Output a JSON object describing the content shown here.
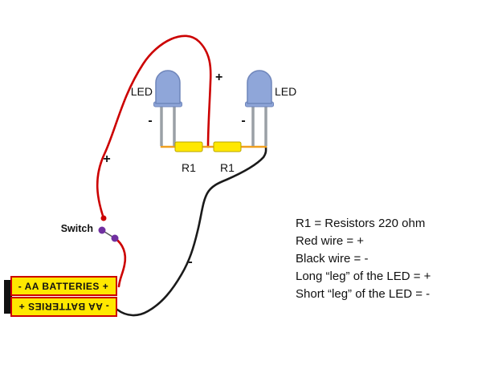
{
  "diagram": {
    "labels": {
      "led_left": "LED",
      "led_right": "LED",
      "plus_top": "+",
      "minus_led_left": "-",
      "minus_led_right": "-",
      "plus_battery_wire": "+",
      "minus_battery_wire": "-",
      "switch": "Switch",
      "r1_left": "R1",
      "r1_right": "R1",
      "battery_top": "- AA BATTERIES +",
      "battery_bottom": "- AA BATTERIES +"
    },
    "notes": [
      "R1 = Resistors 220 ohm",
      "Red wire = +",
      "Black wire = -",
      "Long “leg” of the LED = +",
      "Short “leg” of the LED = -"
    ],
    "colors": {
      "red_wire": "#cc0000",
      "black_wire": "#1a1a1a",
      "resistor_wire": "#f09f1f",
      "led_body": "#8fa6d9",
      "led_leg": "#9aa0a6",
      "resistor": "#ffe800",
      "battery": "#ffe800",
      "battery_border": "#cc0000",
      "terminal_black": "#111111",
      "switch_contact": "#7030a0",
      "switch_node": "#cc0000"
    }
  }
}
